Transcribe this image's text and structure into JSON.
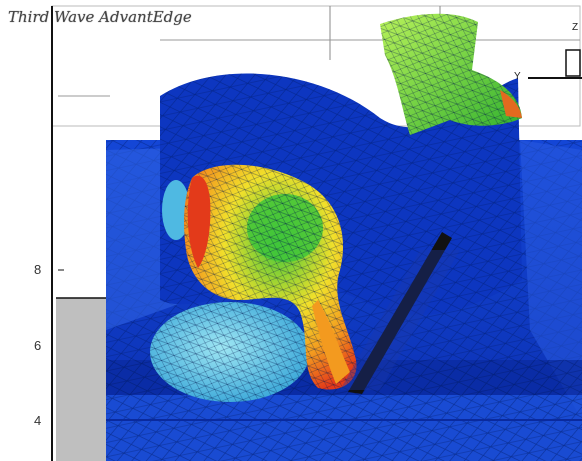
{
  "app": {
    "title": "Third Wave AdvantEdge"
  },
  "axes": {
    "y_label": "Y",
    "z_label": "Z",
    "ticks": [
      "8",
      "6",
      "4"
    ]
  },
  "colors": {
    "workpiece_dark": "#0b2fb0",
    "workpiece_mid": "#1446d6",
    "workpiece_light": "#3a77e8",
    "chip_red": "#e33a1a",
    "chip_orange": "#f39a1f",
    "chip_yellow": "#f1e02b",
    "chip_green": "#3fc63a",
    "tool_tip": "#111111"
  }
}
